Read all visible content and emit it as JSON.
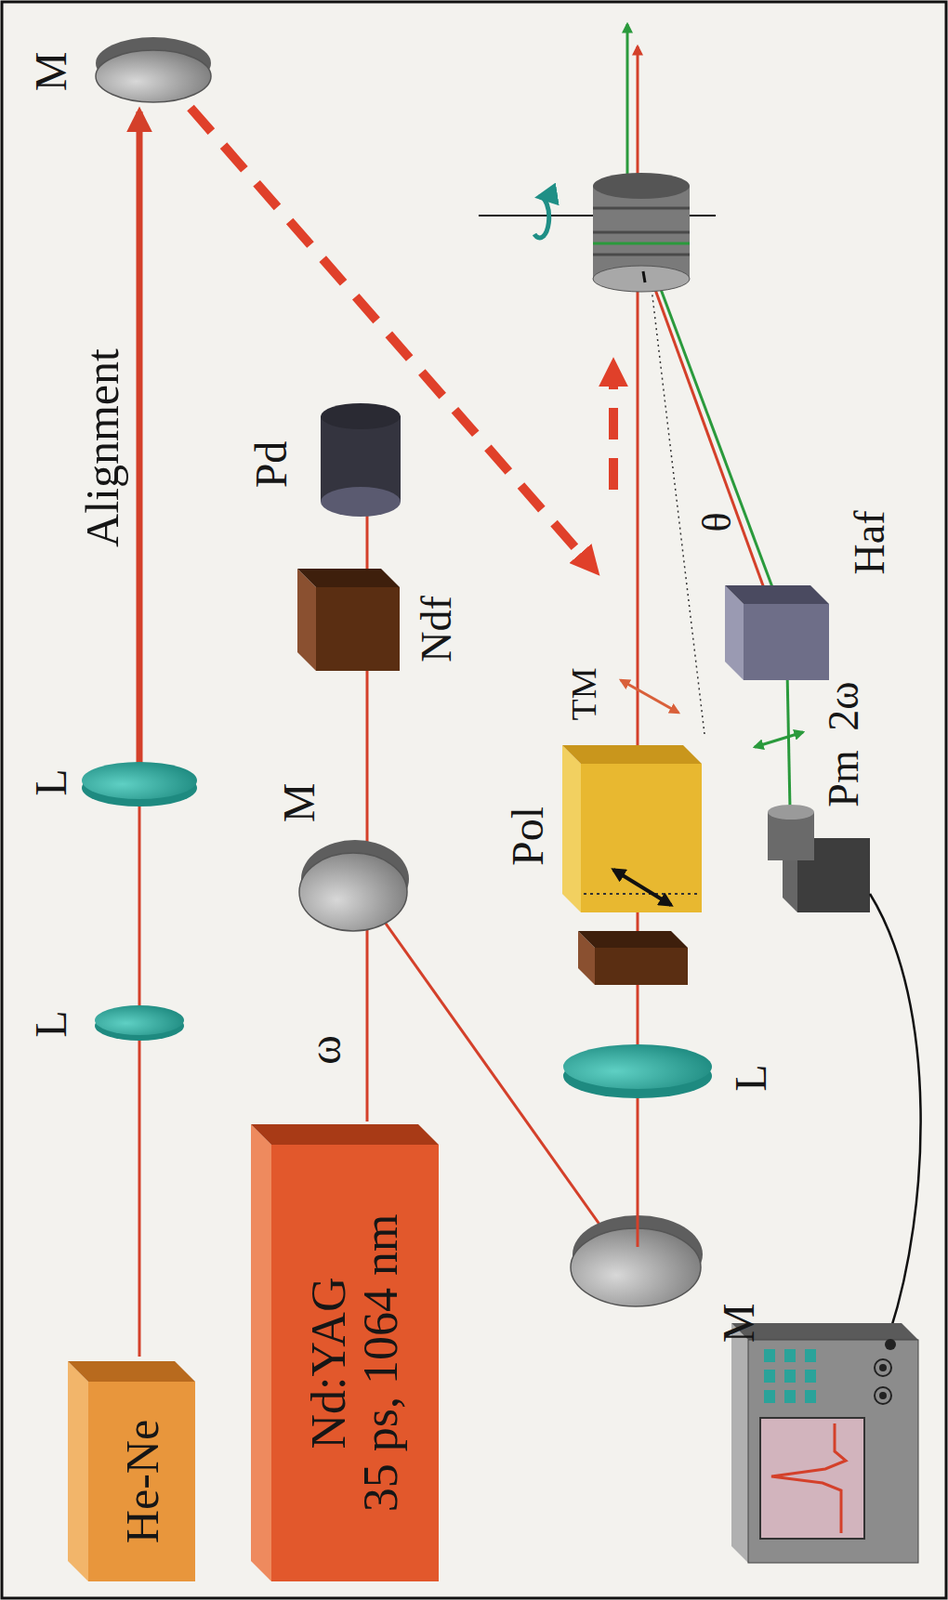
{
  "diagram": {
    "nodes": [
      {
        "text": [
          "He-Ne"
        ]
      },
      {
        "text": [
          "Nd:YAG",
          "35 ps, 1064 nm"
        ]
      }
    ],
    "labels": [
      "L",
      "L",
      "Alignment",
      "M",
      "ω",
      "M",
      "Ndf",
      "Pd",
      "M",
      "L",
      "Pol",
      "TM",
      "θ",
      "Haf",
      "2ω",
      "Pm"
    ]
  }
}
